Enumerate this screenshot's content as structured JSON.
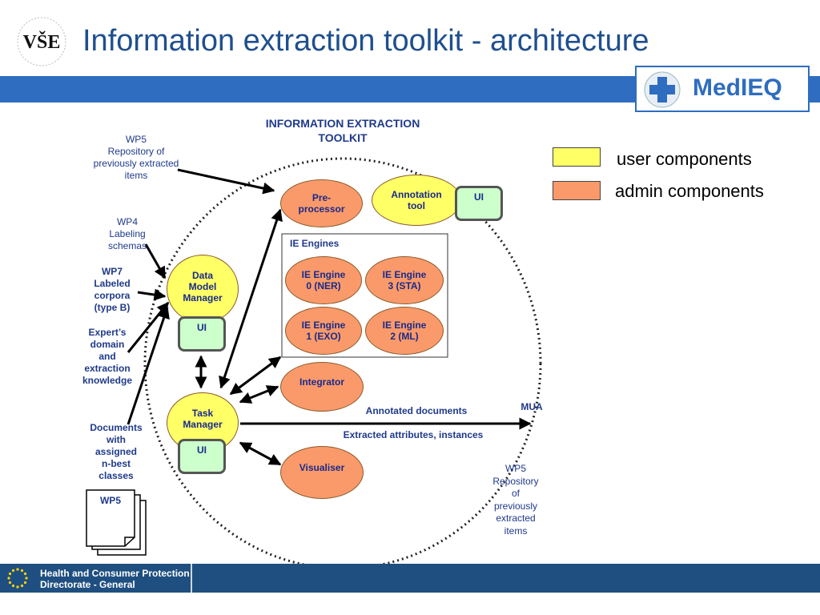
{
  "header": {
    "title": "Information extraction toolkit - architecture",
    "logo_university": "VŠE",
    "logo_ring_text": "VYSOKÁ ŠKOLA EKONOMICKÁ V PRAZE",
    "logo_product": "MedIEQ",
    "accent_color": "#2e6dbf"
  },
  "legend": {
    "user_components": "user components",
    "admin_components": "admin components",
    "user_color": "#ffff66",
    "admin_color": "#fa9a6a"
  },
  "diagram": {
    "toolkit_title_line1": "INFORMATION EXTRACTION",
    "toolkit_title_line2": "TOOLKIT",
    "ie_engines_label": "IE Engines",
    "nodes": {
      "preprocessor": [
        "Pre-",
        "processor"
      ],
      "annotation_tool": [
        "Annotation",
        "tool"
      ],
      "data_model_manager": [
        "Data",
        "Model",
        "Manager"
      ],
      "task_manager": [
        "Task",
        "Manager"
      ],
      "ie_engine_0": [
        "IE Engine",
        "0 (NER)"
      ],
      "ie_engine_3": [
        "IE Engine",
        "3 (STA)"
      ],
      "ie_engine_1": [
        "IE Engine",
        "1 (EXO)"
      ],
      "ie_engine_2": [
        "IE Engine",
        "2 (ML)"
      ],
      "integrator": [
        "Integrator"
      ],
      "visualiser": [
        "Visualiser"
      ]
    },
    "ui_label": "UI",
    "inputs": {
      "wp5_repo": [
        "WP5",
        "Repository of",
        "previously extracted",
        "items"
      ],
      "wp4": [
        "WP4",
        "Labeling",
        "schemas"
      ],
      "wp7": [
        "WP7",
        "Labeled",
        "corpora",
        "(type B)"
      ],
      "experts": [
        "Expert’s",
        "domain",
        "and",
        "extraction",
        "knowledge"
      ],
      "documents": [
        "Documents",
        "with",
        "assigned",
        "n-best",
        "classes"
      ],
      "documents_stack_label": "WP5"
    },
    "outputs": {
      "annotated_documents": "Annotated documents",
      "extracted_attributes": "Extracted attributes, instances",
      "mua": "MUA",
      "wp5_repo_out": [
        "WP5",
        "Repository",
        "of",
        "previously",
        "extracted",
        "items"
      ]
    }
  },
  "footer": {
    "line1": "Health and Consumer Protection",
    "line2": "Directorate - General"
  }
}
